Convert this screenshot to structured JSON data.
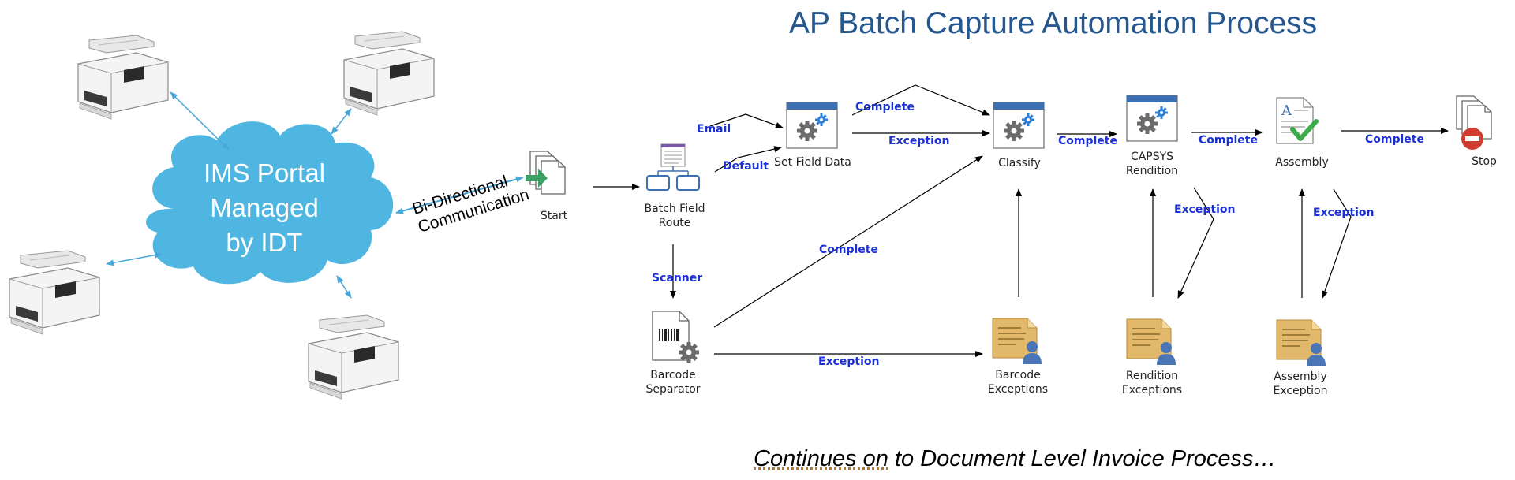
{
  "title": "AP Batch Capture Automation Process",
  "cloud": {
    "line1": "IMS Portal",
    "line2": "Managed",
    "line3": "by IDT"
  },
  "bidirectional": {
    "line1": "Bi-Directional",
    "line2": "Communication"
  },
  "nodes": {
    "start": "Start",
    "batch_field_route_1": "Batch Field",
    "batch_field_route_2": "Route",
    "set_field_data": "Set Field Data",
    "classify": "Classify",
    "capsys_1": "CAPSYS",
    "capsys_2": "Rendition",
    "assembly": "Assembly",
    "stop": "Stop",
    "barcode_separator_1": "Barcode",
    "barcode_separator_2": "Separator",
    "barcode_exceptions_1": "Barcode",
    "barcode_exceptions_2": "Exceptions",
    "rendition_exceptions_1": "Rendition",
    "rendition_exceptions_2": "Exceptions",
    "assembly_exception_1": "Assembly",
    "assembly_exception_2": "Exception"
  },
  "edges": {
    "email": "Email",
    "default": "Default",
    "scanner": "Scanner",
    "complete_sfd_classify": "Complete",
    "exception_sfd_classify": "Exception",
    "complete_barcode_classify": "Complete",
    "exception_barcode": "Exception",
    "complete_classify_capsys": "Complete",
    "complete_capsys_assembly": "Complete",
    "exception_capsys": "Exception",
    "complete_assembly_stop": "Complete",
    "exception_assembly": "Exception"
  },
  "footer": {
    "underlined": "Continues on",
    "rest": " to Document Level Invoice Process…"
  },
  "colors": {
    "title": "#24568f",
    "cloud": "#4fb6e2",
    "edge_label": "#1b2fd6",
    "icon_header": "#3e6fb0",
    "gear": "#6b6b6b",
    "gear_blue": "#2e7fd9",
    "check": "#3aaa4a",
    "stop": "#d23b2f",
    "folder": "#e2b86b"
  }
}
